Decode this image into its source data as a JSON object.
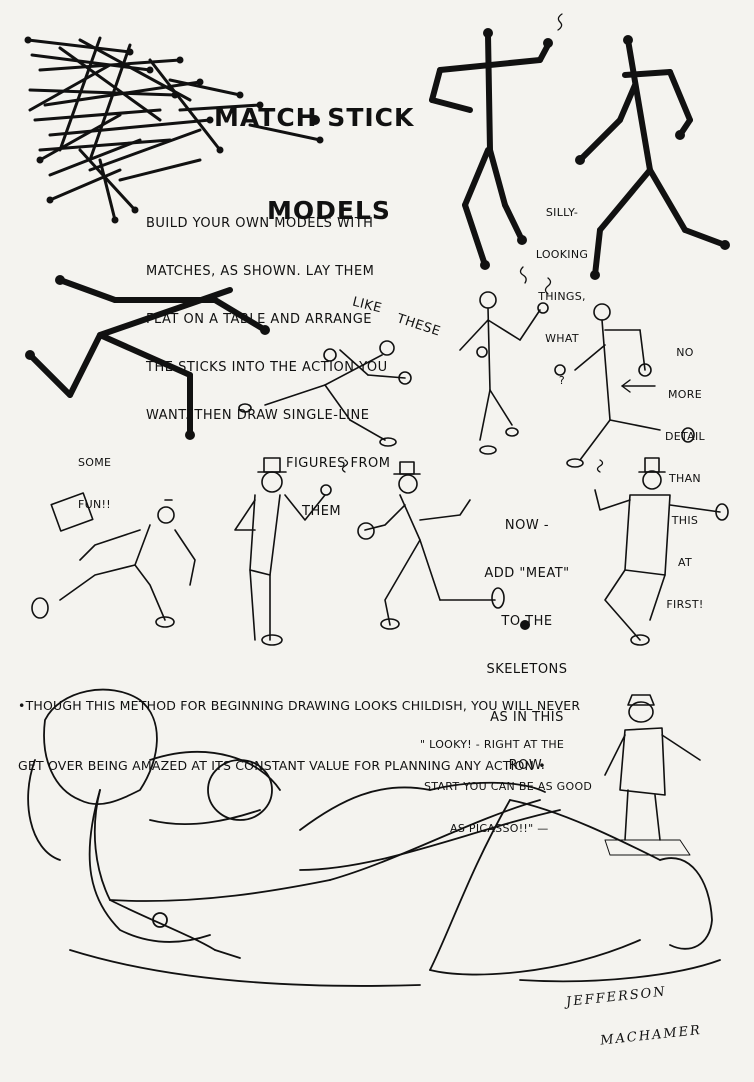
{
  "title": {
    "line1": "MATCH STICK",
    "line2": "MODELS"
  },
  "instructions": {
    "line1": "BUILD YOUR OWN MODELS WITH",
    "line2": "MATCHES, AS SHOWN. LAY THEM",
    "line3": "FLAT ON A TABLE AND ARRANGE",
    "line4": "THE STICKS INTO THE ACTION YOU",
    "line5": "WANT. THEN DRAW SINGLE-LINE",
    "line6": "FIGURES FROM",
    "line7": "THEM",
    "like": "LIKE",
    "these": "THESE"
  },
  "notes": {
    "silly": [
      "SILLY-",
      "LOOKING",
      "THINGS,",
      "WHAT",
      "?"
    ],
    "no_more_detail": [
      "NO",
      "MORE",
      "DETAIL",
      "THAN",
      "THIS",
      "AT",
      "FIRST!"
    ],
    "some_fun": [
      "SOME",
      "FUN!!"
    ],
    "add_meat": [
      "NOW -",
      "ADD \"MEAT\"",
      "TO THE",
      "SKELETONS",
      "AS IN THIS",
      "ROW."
    ]
  },
  "footer": {
    "line1": "•THOUGH THIS METHOD FOR BEGINNING DRAWING LOOKS CHILDISH, YOU WILL NEVER",
    "line2": "GET OVER BEING AMAZED AT ITS CONSTANT VALUE FOR PLANNING ANY ACTION •"
  },
  "quote": {
    "line1": "\" LOOKY! - RIGHT AT THE",
    "line2": "START YOU CAN BE AS GOOD",
    "line3": "AS PICASSO!!\" —"
  },
  "signature": {
    "line1": "JEFFERSON",
    "line2": "MACHAMER"
  },
  "colors": {
    "paper": "#f4f3ef",
    "ink": "#111111"
  }
}
